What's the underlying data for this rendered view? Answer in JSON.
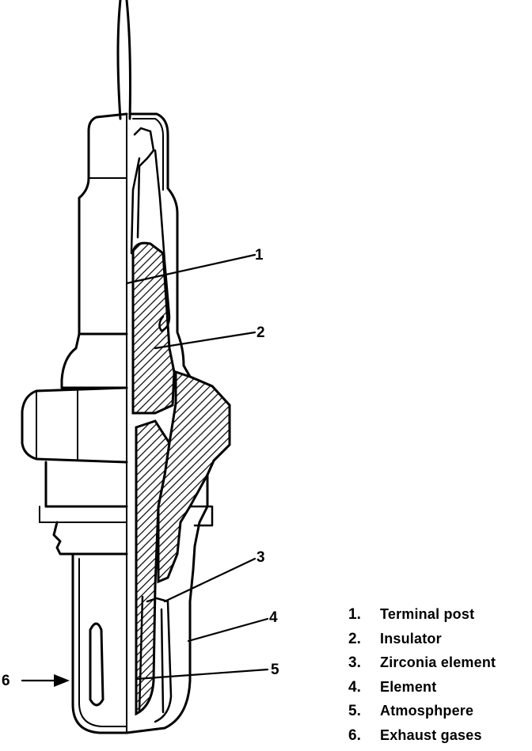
{
  "callouts": [
    "1",
    "2",
    "3",
    "4",
    "5",
    "6"
  ],
  "legend": [
    {
      "num": "1.",
      "label": "Terminal post"
    },
    {
      "num": "2.",
      "label": "Insulator"
    },
    {
      "num": "3.",
      "label": "Zirconia element"
    },
    {
      "num": "4.",
      "label": "Element"
    },
    {
      "num": "5.",
      "label": "Atmosphpere"
    },
    {
      "num": "6.",
      "label": "Exhaust gases"
    }
  ],
  "colors": {
    "ink": "#000000",
    "paper": "#ffffff"
  }
}
